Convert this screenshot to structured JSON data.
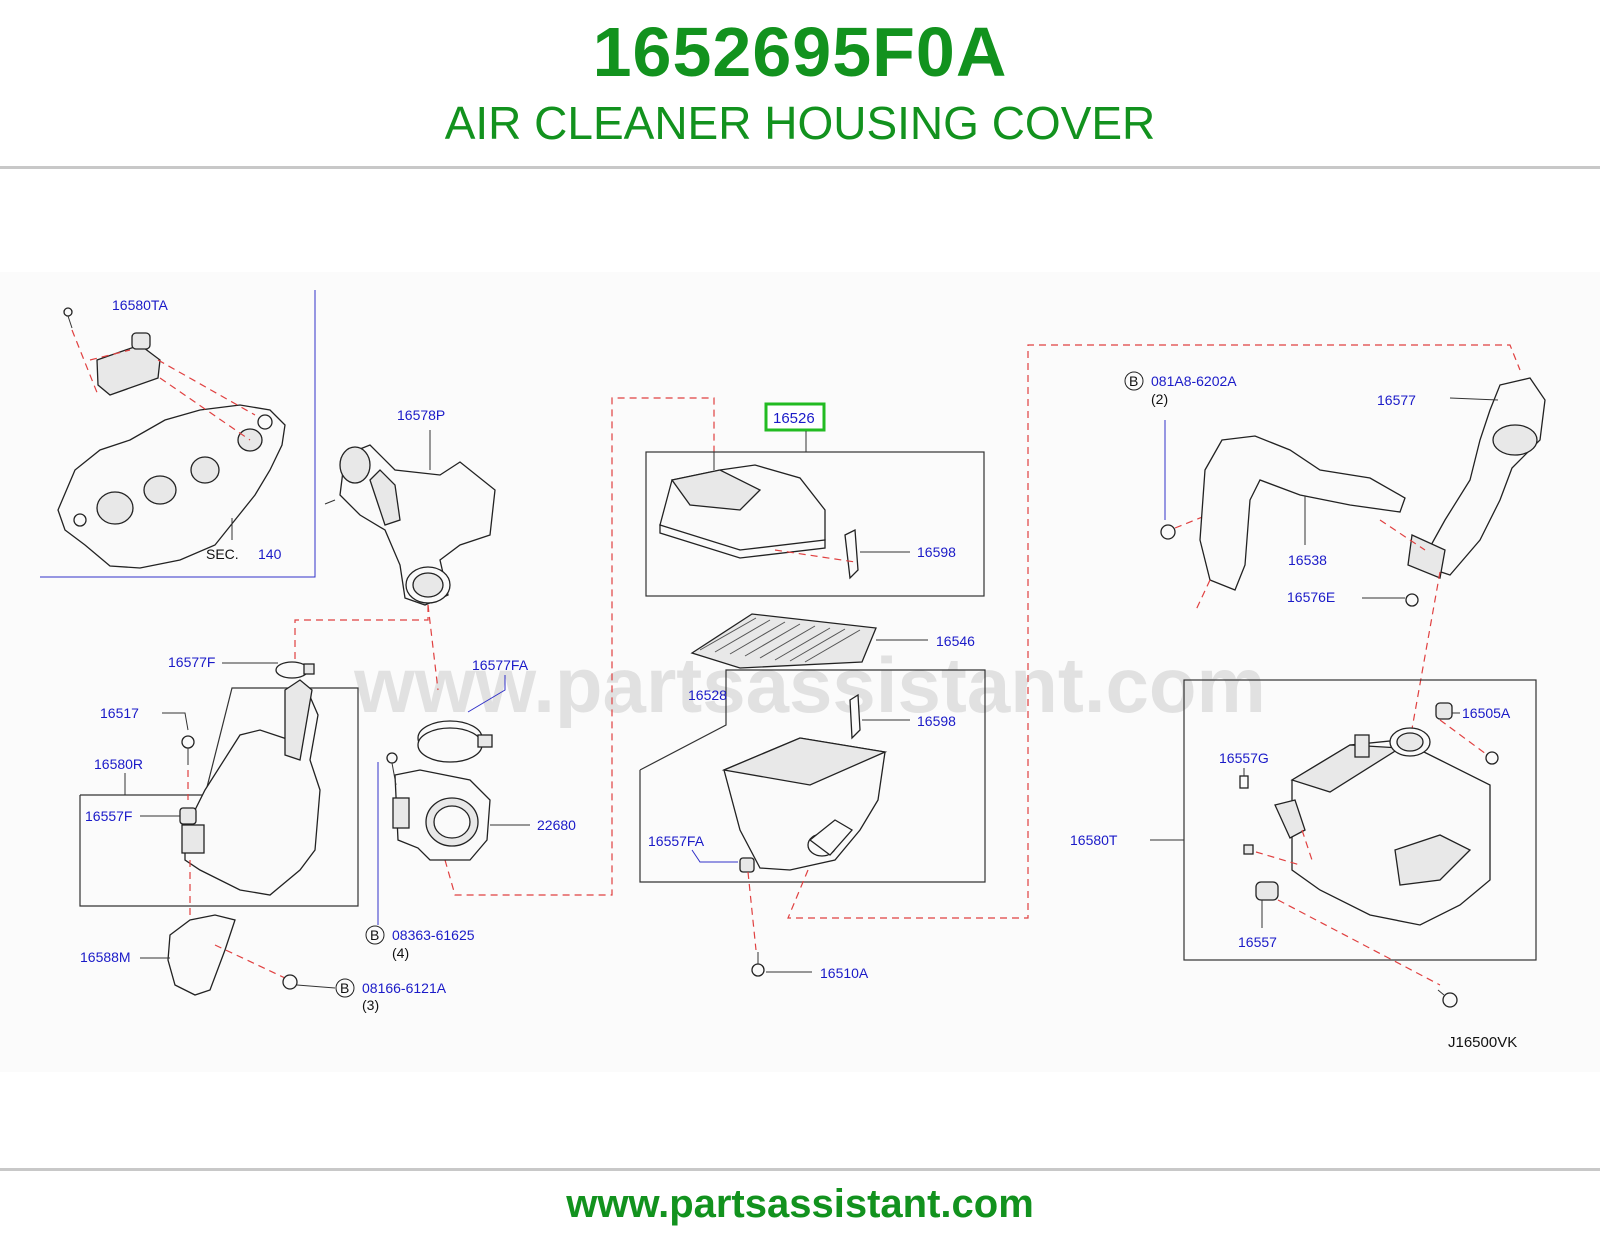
{
  "header": {
    "part_number": "1652695F0A",
    "part_name": "AIR CLEANER HOUSING COVER"
  },
  "watermark": "www.partsassistant.com",
  "diagram_code": "J16500VK",
  "highlighted_label": "16526",
  "labels": {
    "p16580TA": "16580TA",
    "sec": "SEC.",
    "sec140": "140",
    "p16578P": "16578P",
    "p16577F": "16577F",
    "p16577FA": "16577FA",
    "p16517": "16517",
    "p16580R": "16580R",
    "p16557F": "16557F",
    "p22680": "22680",
    "p16588M": "16588M",
    "b1": "B",
    "p08363": "08363-61625",
    "q4": "(4)",
    "b2": "B",
    "p08166": "08166-6121A",
    "q3": "(3)",
    "p16598a": "16598",
    "p16546": "16546",
    "p16528": "16528",
    "p16598b": "16598",
    "p16557FA": "16557FA",
    "p16510A": "16510A",
    "b3": "B",
    "p081A8": "081A8-6202A",
    "q2": "(2)",
    "p16577": "16577",
    "p16538": "16538",
    "p16576E": "16576E",
    "p16505A": "16505A",
    "p16557G": "16557G",
    "p16580T": "16580T",
    "p16557": "16557"
  },
  "footer": {
    "url": "www.partsassistant.com"
  }
}
